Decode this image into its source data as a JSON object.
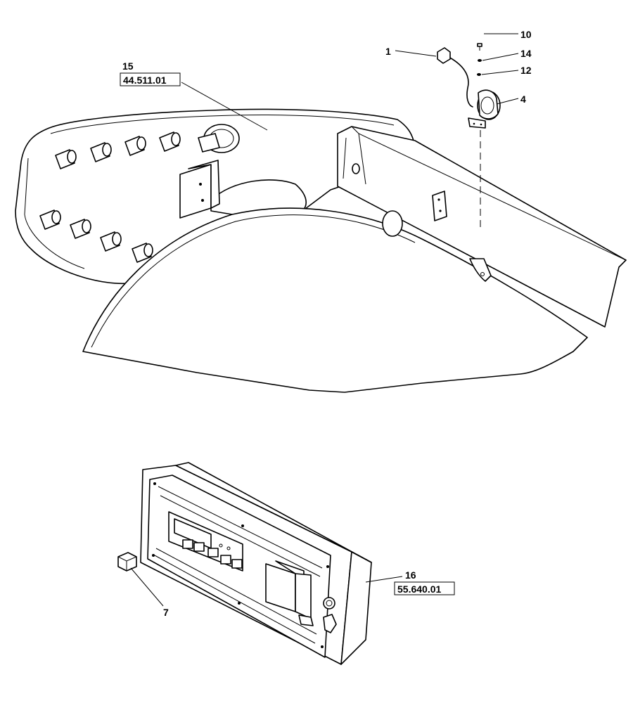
{
  "callouts": {
    "item_1": "1",
    "item_4": "4",
    "item_7": "7",
    "item_10": "10",
    "item_12": "12",
    "item_14": "14",
    "item_15": "15",
    "item_16": "16"
  },
  "references": {
    "ref_15": "44.511.01",
    "ref_16": "55.640.01"
  }
}
